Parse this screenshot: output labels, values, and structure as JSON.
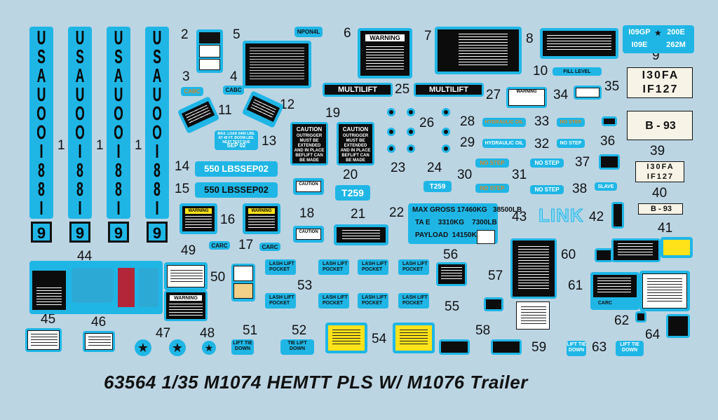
{
  "title": "63564 1/35  M1074 HEMTT PLS W/ M1076 Trailer",
  "usa_strip": [
    "U",
    "S",
    "A",
    "U",
    "O",
    "O",
    "I",
    "8",
    "8",
    "I"
  ],
  "usa_nine": "9",
  "numbers": {
    "n1": "1",
    "n2": "2",
    "n3": "3",
    "n4": "4",
    "n5": "5",
    "n6": "6",
    "n7": "7",
    "n8": "8",
    "n9": "9",
    "n10": "10",
    "n11": "11",
    "n12": "12",
    "n13": "13",
    "n14": "14",
    "n15": "15",
    "n16": "16",
    "n17": "17",
    "n18": "18",
    "n19": "19",
    "n20": "20",
    "n21": "21",
    "n22": "22",
    "n23": "23",
    "n24": "24",
    "n25": "25",
    "n26": "26",
    "n27": "27",
    "n28": "28",
    "n29": "29",
    "n30": "30",
    "n31": "31",
    "n32": "32",
    "n33": "33",
    "n34": "34",
    "n35": "35",
    "n36": "36",
    "n37": "37",
    "n38": "38",
    "n39": "39",
    "n40": "40",
    "n41": "41",
    "n42": "42",
    "n43": "43",
    "n44": "44",
    "n45": "45",
    "n46": "46",
    "n47": "47",
    "n48": "48",
    "n49": "49",
    "n50": "50",
    "n51": "51",
    "n52": "52",
    "n53": "53",
    "n54": "54",
    "n55": "55",
    "n56": "56",
    "n57": "57",
    "n58": "58",
    "n59": "59",
    "n60": "60",
    "n61": "61",
    "n62": "62",
    "n63": "63",
    "n64": "64"
  },
  "labels": {
    "warning": "WARNING",
    "caution": "CAUTION",
    "caution_body": "OUTRIGGER MUST BE EXTENDED AND IN PLACE BEFLIFT CAN BE MADE",
    "multilift": "MULTILIFT",
    "fill_level": "FILL LEVEL",
    "cabc": "CABC",
    "carc": "CARC",
    "sep02": "SEP 02",
    "lbs550": "550 LBSSEP02",
    "t259": "T259",
    "hydraulic_oil": "HYDRAULIC OIL",
    "no_step": "NO STEP",
    "slave": "SLAVE",
    "link": "LINK",
    "lift_tie_down": "LIFT TIE DOWN",
    "tie_lift_down": "TIE LIFT DOWN",
    "lift_tie_down2": "LIFT TIE DOWN",
    "lash_lift_pocket": "LASH LIFT POCKET",
    "npon4l": "NPON4L",
    "max_load": "MAX. LOAD 5400 LBS. AT 45 FT. BOOM LBS. NEXT TEST DUE",
    "gross": "MAX GROSS 17460KG   38500LB",
    "tare": "TA E    3310KG    7300LB",
    "payload": "PAYLOAD  14150KG",
    "reg_1": "I09GP",
    "reg_2": "200E",
    "reg_3": "I09E",
    "reg_4": "262M",
    "plate_a1": "I30FA",
    "plate_a2": "IF127",
    "plate_b": "B - 93"
  }
}
